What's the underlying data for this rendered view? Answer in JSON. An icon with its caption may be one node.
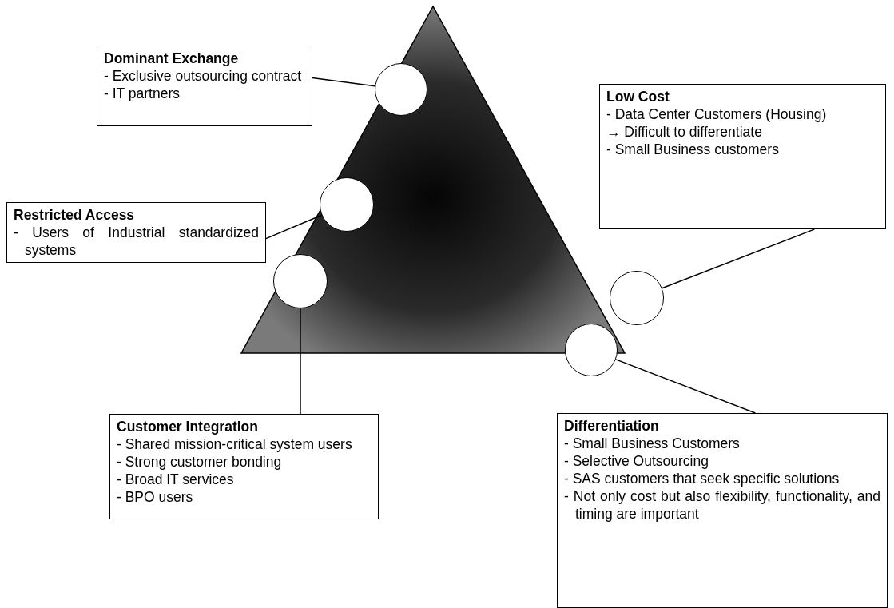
{
  "diagram": {
    "nodes": [
      {
        "text": [
          "Dominant Exchange",
          "- Exclusive outsourcing contract",
          "- IT partners"
        ]
      },
      {
        "text": [
          "Low Cost",
          "- Data Center Customers (Housing)",
          "→ Difficult to differentiate",
          "- Small Business customers"
        ]
      },
      {
        "text": [
          "Restricted Access",
          "- Users of Industrial standardized systems"
        ]
      },
      {
        "text": [
          "Customer Integration",
          "- Shared mission-critical system users",
          "- Strong customer bonding",
          "- Broad IT services",
          "- BPO users"
        ]
      },
      {
        "text": [
          "Differentiation",
          "- Small Business Customers",
          "- Selective Outsourcing",
          "- SAS customers that seek specific solutions",
          "- Not only cost but also flexibility, functionality, and timing are important"
        ]
      },
      {
        "text": [],
        "shape": "circle"
      },
      {
        "text": [],
        "shape": "circle"
      },
      {
        "text": [],
        "shape": "circle"
      },
      {
        "text": [],
        "shape": "circle"
      },
      {
        "text": [],
        "shape": "circle"
      }
    ],
    "edges": [
      {
        "from": 0,
        "to": 7,
        "arrow": "none"
      },
      {
        "from": 1,
        "to": 9,
        "arrow": "none"
      },
      {
        "from": 2,
        "to": 6,
        "arrow": "none"
      },
      {
        "from": 3,
        "to": 5,
        "arrow": "none"
      },
      {
        "from": 4,
        "to": 8,
        "arrow": "none"
      }
    ]
  }
}
